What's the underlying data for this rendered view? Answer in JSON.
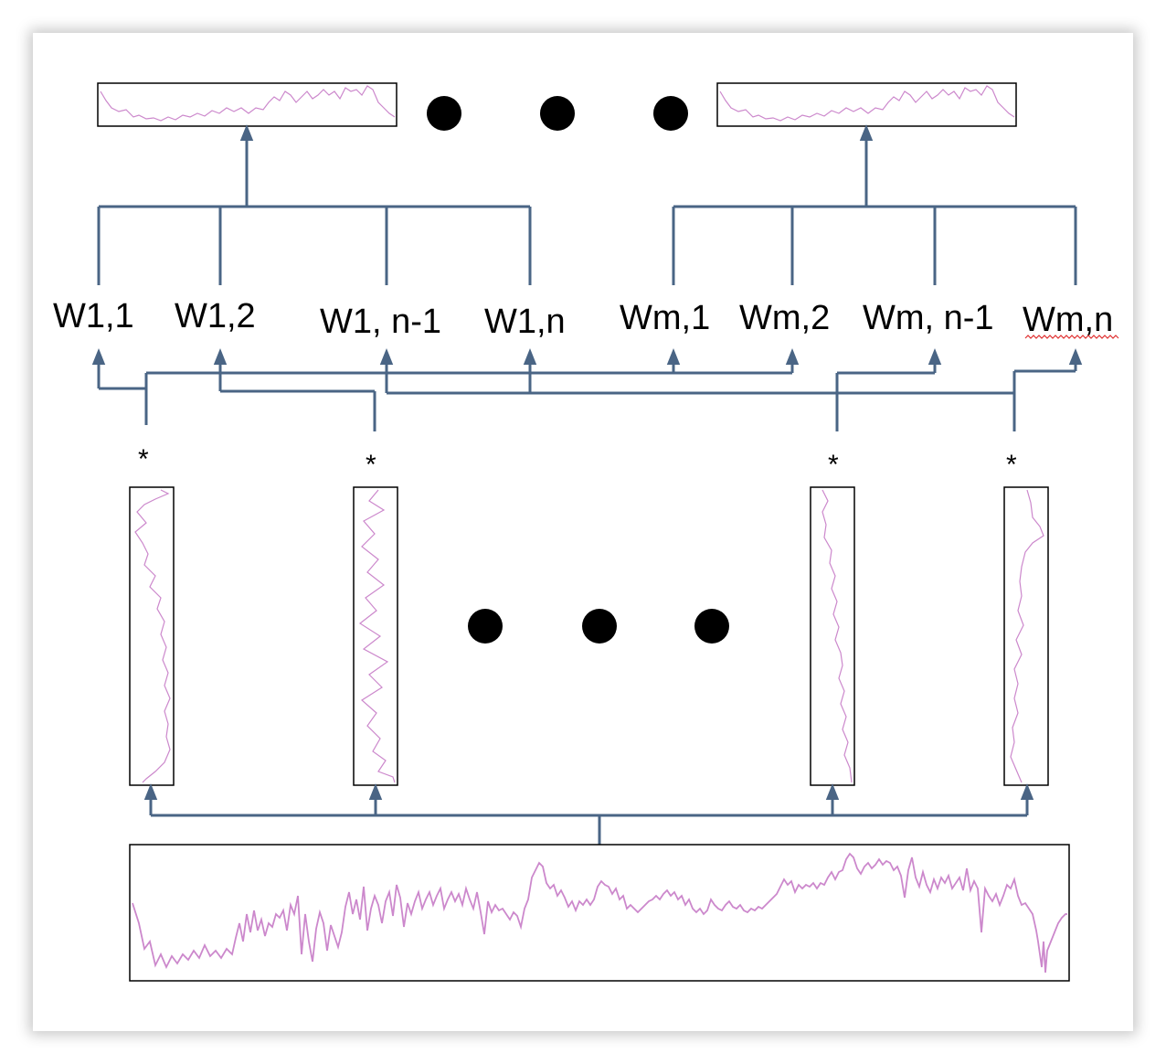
{
  "labels": {
    "w1_1": "W1,1",
    "w1_2": "W1,2",
    "w1_n1": "W1, n-1",
    "w1_n": "W1,n",
    "wm_1": "Wm,1",
    "wm_2": "Wm,2",
    "wm_n1": "Wm, n-1",
    "wm_n": "Wm,n"
  },
  "operators": {
    "star_1": "*",
    "star_2": "*",
    "star_3": "*",
    "star_4": "*"
  },
  "colors": {
    "connector": "#4a6585",
    "signal": "#cc88cc",
    "box_border": "#000000",
    "dot": "#000000",
    "spellcheck_underline": "#e03030"
  }
}
